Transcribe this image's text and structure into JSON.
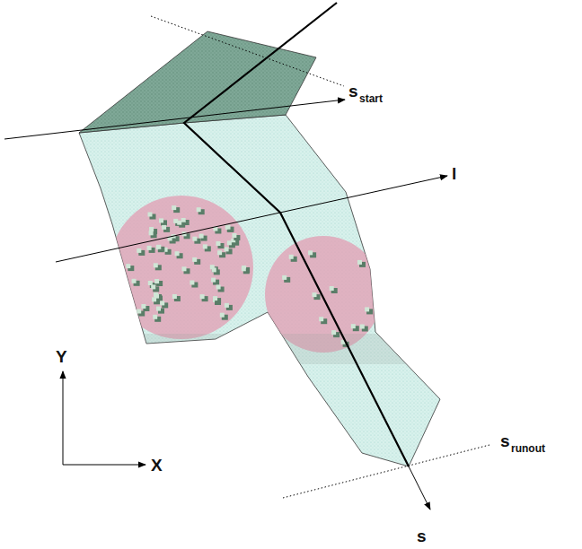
{
  "diagram": {
    "labels": [
      "s",
      "start",
      "l",
      "Y",
      "X",
      "s",
      "runout",
      "s"
    ]
  }
}
